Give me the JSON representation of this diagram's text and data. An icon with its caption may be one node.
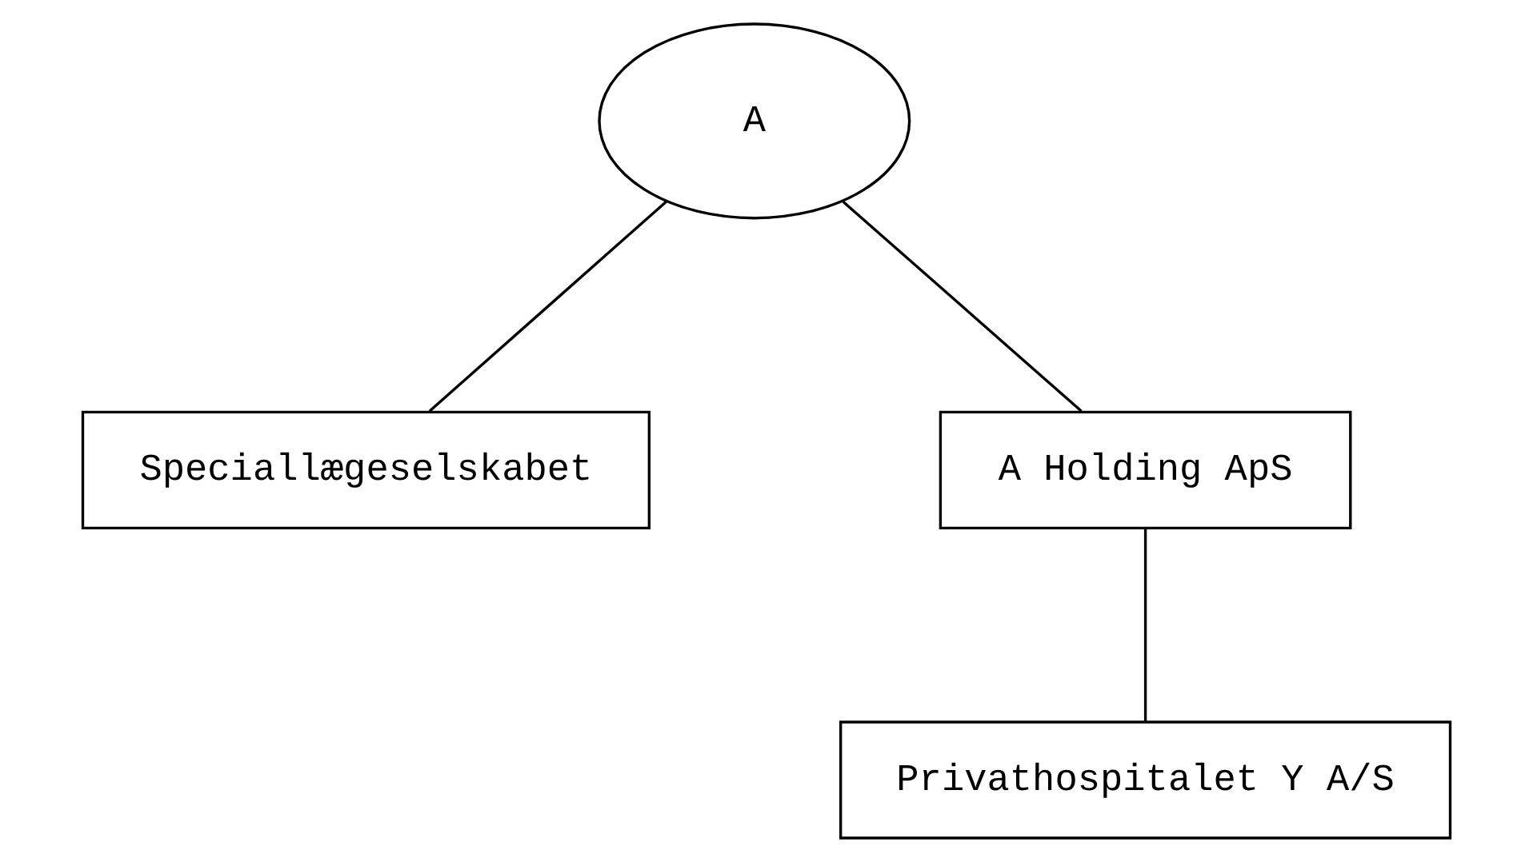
{
  "diagram": {
    "nodes": [
      {
        "text": [
          "A"
        ]
      },
      {
        "text": [
          "Speciallægeselskabet"
        ]
      },
      {
        "text": [
          "A Holding ApS"
        ]
      },
      {
        "text": [
          "Privathospitalet Y A/S"
        ]
      }
    ],
    "edges": [
      {
        "from": 0,
        "to": 1,
        "arrow": "none"
      },
      {
        "from": 0,
        "to": 2,
        "arrow": "none"
      },
      {
        "from": 2,
        "to": 3,
        "arrow": "none"
      }
    ]
  }
}
